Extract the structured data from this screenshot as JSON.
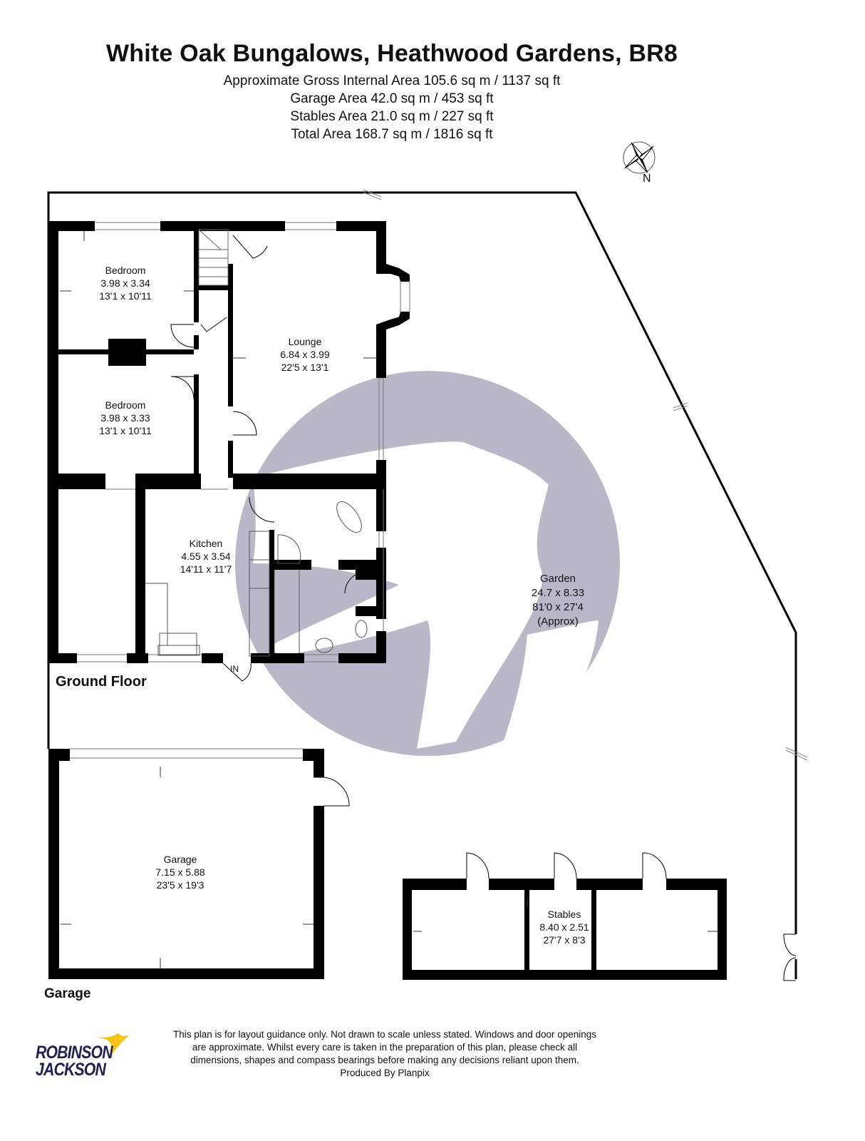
{
  "header": {
    "title": "White Oak Bungalows, Heathwood Gardens, BR8",
    "areas": [
      "Approximate Gross Internal Area 105.6 sq m / 1137 sq ft",
      "Garage Area 42.0 sq m / 453 sq ft",
      "Stables Area 21.0 sq m / 227 sq ft",
      "Total Area 168.7 sq m / 1816 sq ft"
    ]
  },
  "compass": {
    "label": "N",
    "icon": "compass-rose-icon"
  },
  "floors": {
    "ground": {
      "label": "Ground Floor"
    },
    "garage": {
      "label": "Garage"
    }
  },
  "rooms": {
    "bedroom1": {
      "name": "Bedroom",
      "metric": "3.98 x 3.34",
      "imperial": "13'1 x 10'11"
    },
    "bedroom2": {
      "name": "Bedroom",
      "metric": "3.98 x 3.33",
      "imperial": "13'1 x 10'11"
    },
    "lounge": {
      "name": "Lounge",
      "metric": "6.84 x 3.99",
      "imperial": "22'5 x 13'1"
    },
    "kitchen": {
      "name": "Kitchen",
      "metric": "4.55 x 3.54",
      "imperial": "14'11 x 11'7"
    },
    "garden": {
      "name": "Garden",
      "metric": "24.7 x 8.33",
      "imperial": "81'0 x 27'4",
      "note": "(Approx)"
    },
    "garage": {
      "name": "Garage",
      "metric": "7.15 x 5.88",
      "imperial": "23'5 x 19'3"
    },
    "stables": {
      "name": "Stables",
      "metric": "8.40 x 2.51",
      "imperial": "27'7 x 8'3"
    }
  },
  "entrance": {
    "label": "IN"
  },
  "footer": {
    "disclaimer": [
      "This plan is for layout guidance only. Not drawn to scale unless stated. Windows and door openings",
      "are approximate. Whilst every care is taken in the preparation of this plan, please check all",
      "dimensions, shapes and compass bearings before making any decisions reliant upon them.",
      "Produced By Planpix"
    ]
  },
  "brand": {
    "line1": "ROBINSON",
    "line2": "JACKSON",
    "primary_color": "#1f2250",
    "accent_color": "#f5c518"
  },
  "colors": {
    "wall": "#000000",
    "watermark": "#b9b8c8"
  }
}
